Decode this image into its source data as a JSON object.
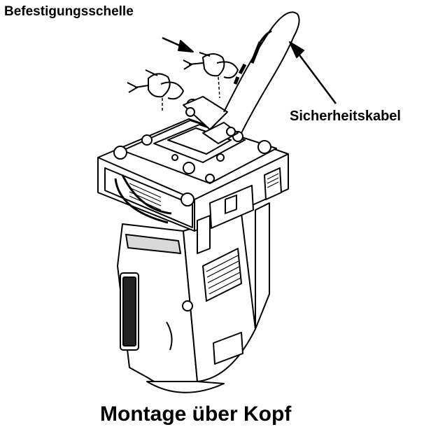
{
  "labels": {
    "clamp": "Befestigungsschelle",
    "safety_cable": "Sicherheitskabel",
    "caption": "Montage über Kopf"
  },
  "colors": {
    "line": "#000000",
    "fill": "#ffffff",
    "shade": "#d9d9d9"
  }
}
